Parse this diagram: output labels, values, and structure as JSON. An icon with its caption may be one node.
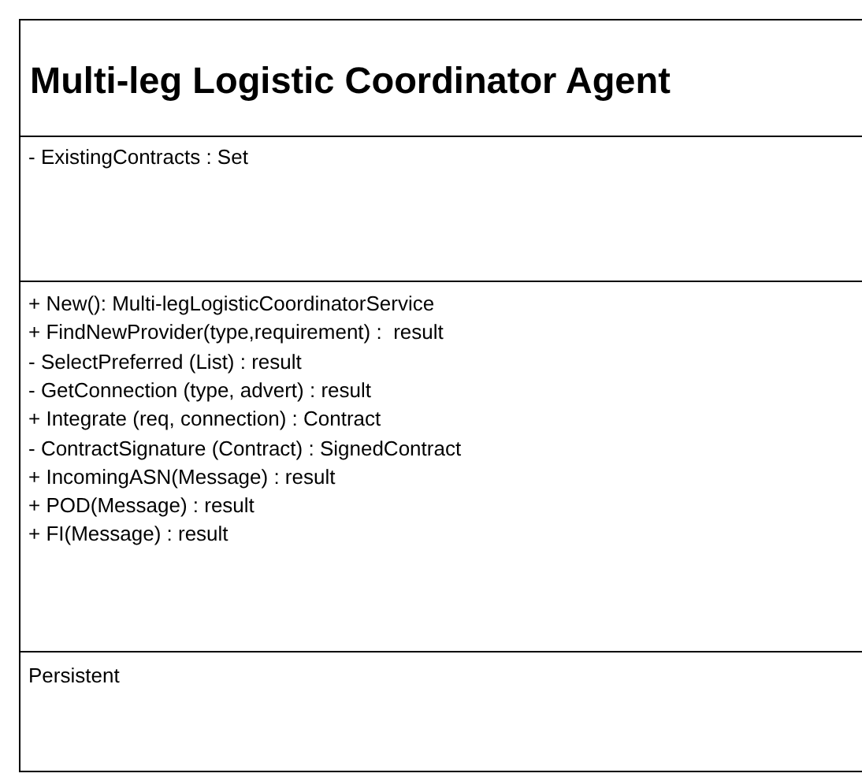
{
  "diagram": {
    "nodes": [
      {
        "text": [
          "Multi-leg Logistic Coordinator Agent",
          "- ExistingContracts : Set",
          "+ New(): Multi-legLogisticCoordinatorService",
          "+ FindNewProvider(type,requirement) :  result",
          "- SelectPreferred (List) : result",
          "- GetConnection (type, advert) : result",
          "+ Integrate (req, connection) : Contract",
          "- ContractSignature (Contract) : SignedContract",
          "+ IncomingASN(Message) : result",
          "+ POD(Message) : result",
          "+ FI(Message) : result",
          "Persistent"
        ]
      }
    ]
  }
}
